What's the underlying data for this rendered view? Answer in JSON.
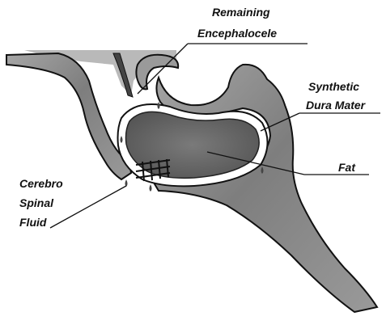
{
  "labels": {
    "remaining_line1": "Remaining",
    "remaining_line2": "Encephalocele",
    "dura_line1": "Synthetic",
    "dura_line2": "Dura Mater",
    "fat": "Fat",
    "csf_line1": "Cerebro",
    "csf_line2": "Spinal",
    "csf_line3": "Fluid"
  },
  "colors": {
    "bone": "#8e8e8e",
    "bone_dark": "#5e5e5e",
    "fat": "#6a6a6a",
    "dura": "#ffffff",
    "outline": "#111111",
    "encephalocele": "#b9b9b9"
  }
}
